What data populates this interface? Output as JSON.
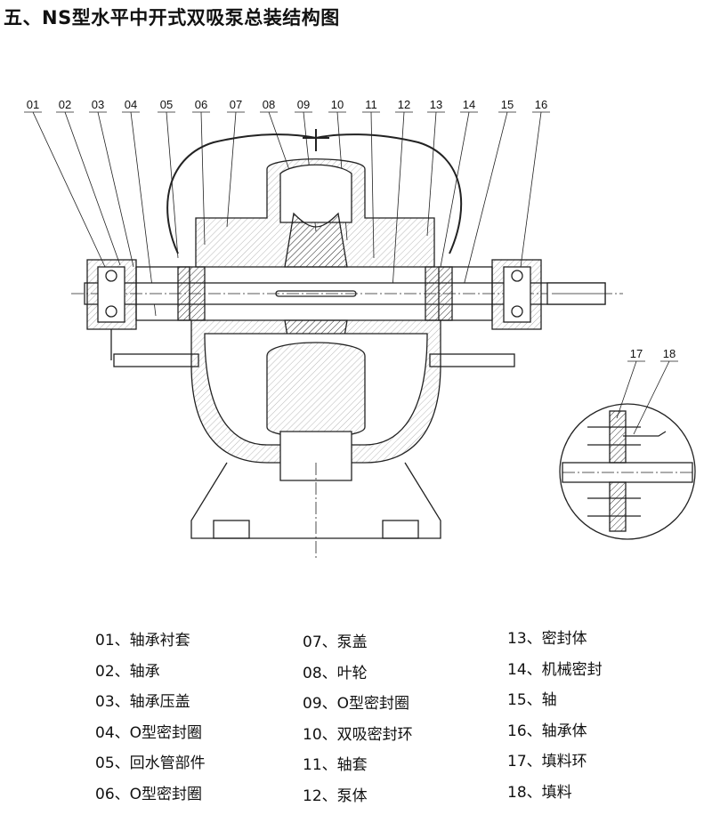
{
  "title": "五、NS型水平中开式双吸泵总装结构图",
  "callouts": [
    "01",
    "02",
    "03",
    "04",
    "05",
    "06",
    "07",
    "08",
    "09",
    "10",
    "11",
    "12",
    "13",
    "14",
    "15",
    "16"
  ],
  "detail_callouts": [
    "17",
    "18"
  ],
  "legend": {
    "col1": [
      "01、轴承衬套",
      "02、轴承",
      "03、轴承压盖",
      "04、O型密封圈",
      "05、回水管部件",
      "06、O型密封圈"
    ],
    "col2": [
      "07、泵盖",
      "08、叶轮",
      "09、O型密封圈",
      "10、双吸密封环",
      "11、轴套",
      "12、泵体"
    ],
    "col3": [
      "13、密封体",
      "14、机械密封",
      "15、轴",
      "16、轴承体",
      "17、填料环",
      "18、填料"
    ]
  }
}
